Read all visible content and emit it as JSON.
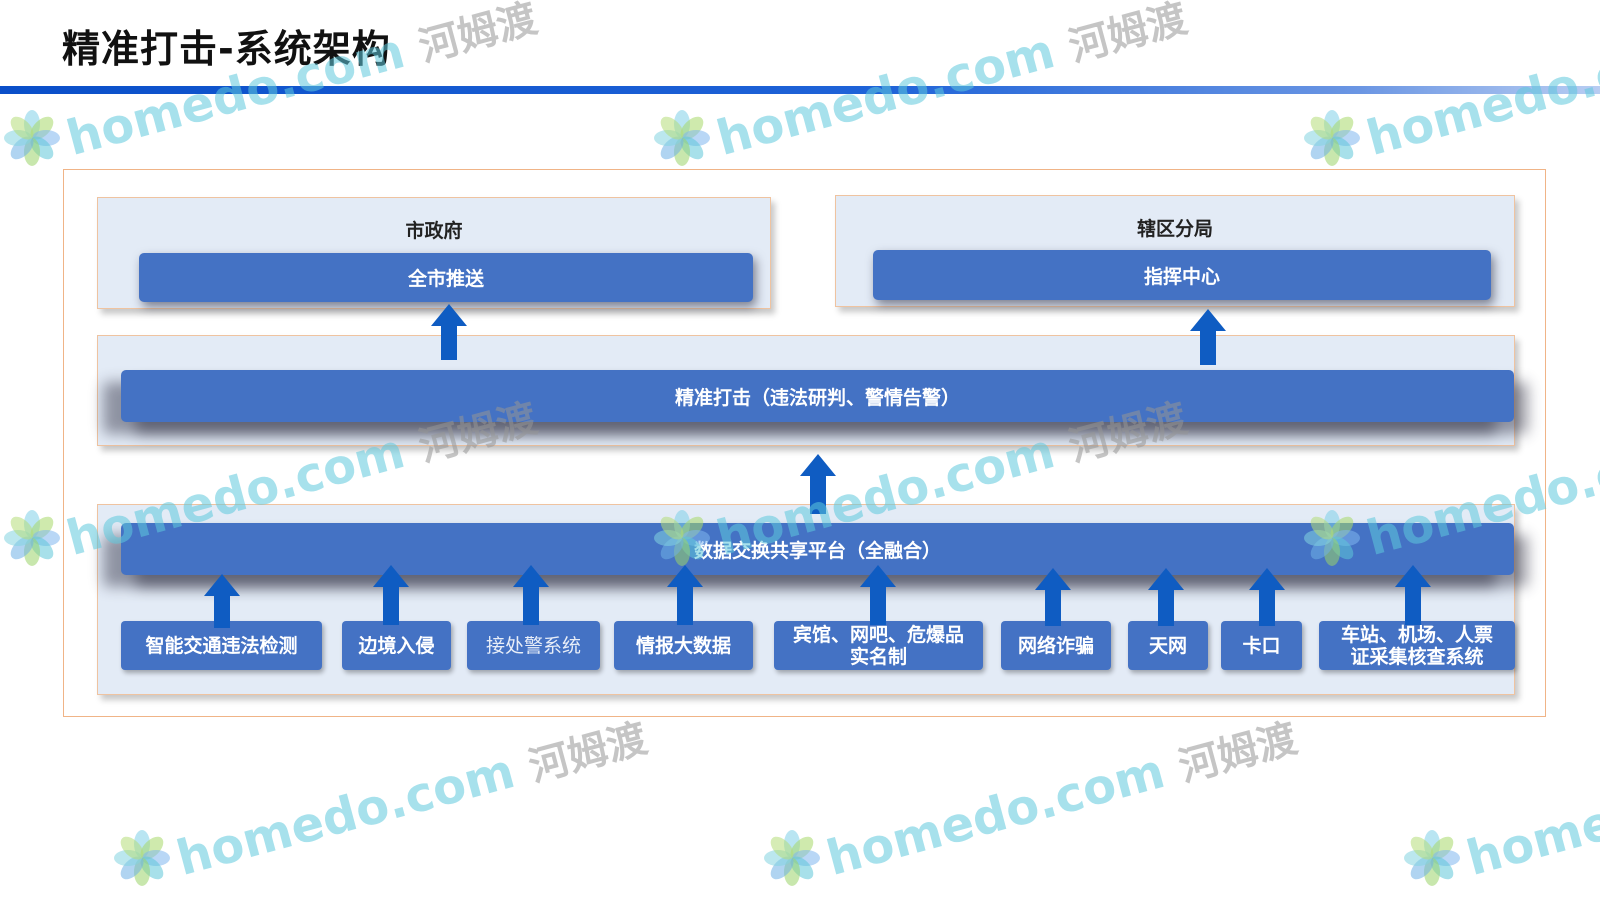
{
  "page": {
    "title": "精准打击-系统架构"
  },
  "diagram": {
    "city_gov": {
      "title": "市政府",
      "bar": "全市推送"
    },
    "district": {
      "title": "辖区分局",
      "bar": "指挥中心"
    },
    "precision": {
      "bar": "精准打击（违法研判、警情告警）"
    },
    "platform": {
      "bar": "数据交换共享平台（全融合）"
    },
    "sources": [
      {
        "label": "智能交通违法检测"
      },
      {
        "label": "边境入侵"
      },
      {
        "label": "接处警系统"
      },
      {
        "label": "情报大数据"
      },
      {
        "line1": "宾馆、网吧、危爆品",
        "line2": "实名制"
      },
      {
        "label": "网络诈骗"
      },
      {
        "label": "天网"
      },
      {
        "label": "卡口"
      },
      {
        "line1": "车站、机场、人票",
        "line2": "证采集核查系统"
      }
    ]
  },
  "watermark": {
    "latin": "homedo.com",
    "cn": "河姆渡"
  },
  "colors": {
    "bar": "#4472c4",
    "arrow": "#0f5cc2",
    "panel": "#e3ebf6",
    "frame": "#f0b487",
    "rule": "#0a4fc9"
  }
}
